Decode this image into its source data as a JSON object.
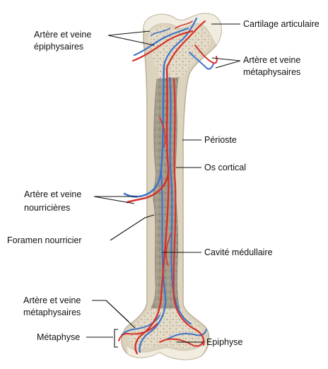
{
  "labels": {
    "cartilage": "Cartilage articulaire",
    "epiphyseal_vessels_1": "Artère et veine",
    "epiphyseal_vessels_2": "épiphysaires",
    "metaphyseal_top_1": "Artère et veine",
    "metaphyseal_top_2": "métaphysaires",
    "periosteum": "Périoste",
    "cortical": "Os cortical",
    "nutrient_vessels_1": "Artère et veine",
    "nutrient_vessels_2": "nourricières",
    "nutrient_foramen": "Foramen nourricier",
    "medullary_cavity": "Cavité médullaire",
    "metaphyseal_bottom_1": "Artère et veine",
    "metaphyseal_bottom_2": "métaphysaires",
    "metaphysis": "Métaphyse",
    "epiphysis": "Epiphyse"
  },
  "colors": {
    "artery": "#d5322b",
    "vein": "#3f74c9",
    "bone_outer": "#dcd3bf",
    "bone_inner": "#e9e2cf",
    "medulla": "#9c9585",
    "cartilage": "#f1ece0"
  }
}
